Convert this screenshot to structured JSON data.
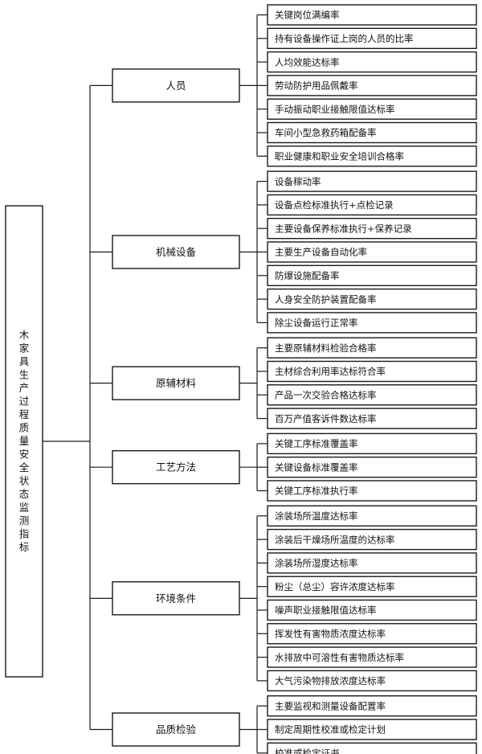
{
  "root": {
    "label": "木家具生产过程质量安全状态监测指标"
  },
  "categories": [
    {
      "label": "人员",
      "items": [
        "关键岗位满编率",
        "持有设备操作证上岗的人员的比率",
        "人均效能达标率",
        "劳动防护用品佩戴率",
        "手动振动职业接触限值达标率",
        "车间小型急救药箱配备率",
        "职业健康和职业安全培训合格率"
      ]
    },
    {
      "label": "机械设备",
      "items": [
        "设备稼动率",
        "设备点检标准执行+点检记录",
        "主要设备保养标准执行+保养记录",
        "主要生产设备自动化率",
        "防爆设施配备率",
        "人身安全防护装置配备率",
        "除尘设备运行正常率"
      ]
    },
    {
      "label": "原辅材料",
      "items": [
        "主要原辅材料检验合格率",
        "主材综合利用率达标符合率",
        "产品一次交验合格达标率",
        "百万产值客诉件数达标率"
      ]
    },
    {
      "label": "工艺方法",
      "items": [
        "关键工序标准覆盖率",
        "关键设备标准覆盖率",
        "关键工序标准执行率"
      ]
    },
    {
      "label": "环境条件",
      "items": [
        "涂装场所温度达标率",
        "涂装后干燥场所温度的达标率",
        "涂装场所湿度达标率",
        "粉尘（总尘）容许浓度达标率",
        "噪声职业接触限值达标率",
        "挥发性有害物质浓度达标率",
        "水排放中可溶性有害物质达标率",
        "大气污染物排放浓度达标率"
      ]
    },
    {
      "label": "品质检验",
      "items": [
        "主要监视和测量设备配置率",
        "制定周期性校准或检定计划",
        "校准或检定证书"
      ]
    }
  ]
}
